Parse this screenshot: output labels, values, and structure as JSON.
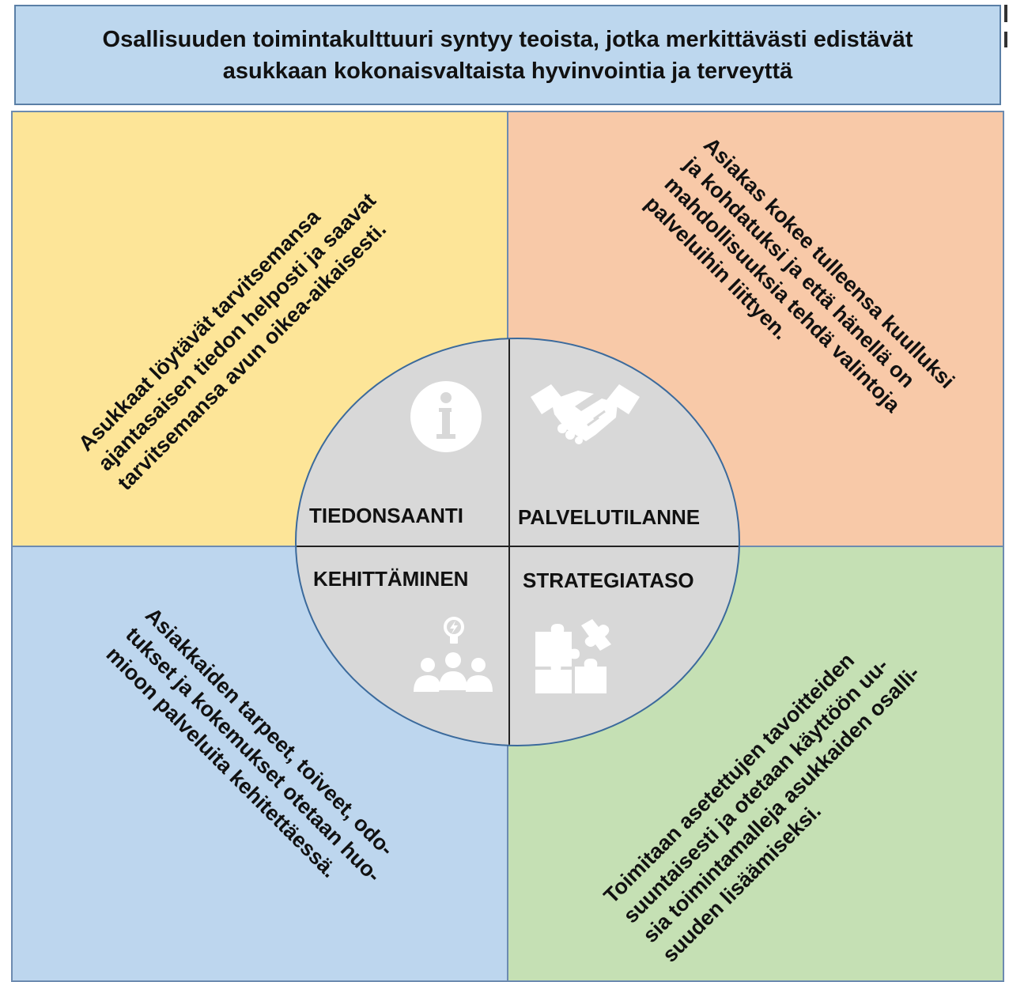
{
  "header": {
    "line1": "Osallisuuden toimintakulttuuri syntyy teoista, jotka merkittävästi edistävät",
    "line2": "asukkaan kokonaisvaltaista hyvinvointia ja terveyttä"
  },
  "quadrants": {
    "top_left": {
      "color": "#fde598",
      "lines": [
        "Asukkaat löytävät tarvitsemansa",
        "ajantasaisen tiedon helposti ja saavat",
        "tarvitsemansa avun oikea-aikaisesti."
      ]
    },
    "top_right": {
      "color": "#f8c9a8",
      "lines": [
        "Asiakas kokee tulleensa kuulluksi",
        "ja kohdatuksi ja että hänellä on",
        "mahdollisuuksia tehdä valintoja",
        "palveluihin liittyen."
      ]
    },
    "bottom_left": {
      "color": "#bdd6ee",
      "lines": [
        "Asiakkaiden tarpeet, toiveet, odo-",
        "tukset ja kokemukset otetaan huo-",
        "mioon palveluita kehitettäessä."
      ]
    },
    "bottom_right": {
      "color": "#c5e0b4",
      "lines": [
        "Toimitaan asetettujen tavoitteiden",
        "suuntaisesti ja otetaan käyttöön uu-",
        "sia toimintamalleja asukkaiden osalli-",
        "suuden lisäämiseksi."
      ]
    }
  },
  "circle": {
    "labels": {
      "top_left": "TIEDONSAANTI",
      "top_right": "PALVELUTILANNE",
      "bottom_left": "KEHITTÄMINEN",
      "bottom_right": "STRATEGIATASO"
    },
    "icons": {
      "top_left": "info-icon",
      "top_right": "handshake-icon",
      "bottom_left": "team-idea-icon",
      "bottom_right": "puzzle-icon"
    }
  }
}
